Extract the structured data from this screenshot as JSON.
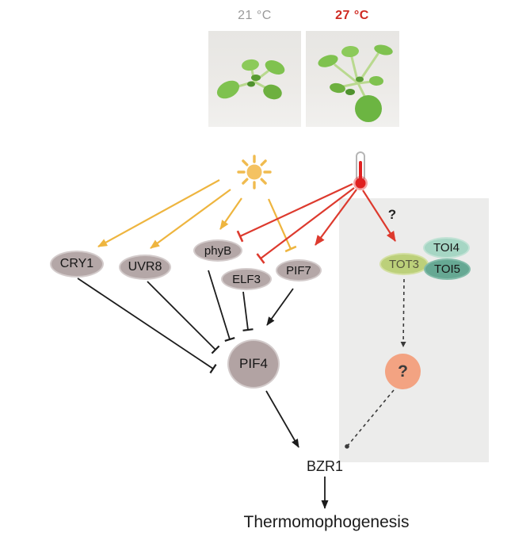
{
  "photos": {
    "left_label": "21 °C",
    "right_label": "27 °C",
    "description": "Arabidopsis seedling top view at 21C (compact) and 27C (elongated petioles)"
  },
  "icons": {
    "sun": "sun-icon",
    "thermometer": "thermometer-icon"
  },
  "nodes": {
    "cry1": "CRY1",
    "uvr8": "UVR8",
    "phyb": "phyB",
    "elf3": "ELF3",
    "pif7": "PIF7",
    "pif4": "PIF4",
    "tot3": "TOT3",
    "toi4": "TOI4",
    "toi5": "TOI5",
    "bzr1": "BZR1"
  },
  "unknowns": {
    "pathway_question": "?",
    "factor_question": "?"
  },
  "output": {
    "label": "Thermomophogenesis"
  },
  "colors": {
    "light_arrows": "#eeb53f",
    "heat_arrows": "#dd3a2e",
    "node_fill": "#b4a7a7",
    "tot3_fill": "#bcd07a",
    "toi4_fill": "#a6d6c4",
    "toi5_fill": "#66a893",
    "unknown_fill": "#f3a382",
    "panel_fill": "#ececeb",
    "cool_label": "#9a9a9a",
    "warm_label": "#cf2a22"
  },
  "edges": [
    {
      "from": "sun",
      "to": "CRY1",
      "type": "activation",
      "color": "yellow"
    },
    {
      "from": "sun",
      "to": "UVR8",
      "type": "activation",
      "color": "yellow"
    },
    {
      "from": "sun",
      "to": "phyB",
      "type": "activation",
      "color": "yellow"
    },
    {
      "from": "sun",
      "to": "PIF7",
      "type": "inhibition",
      "color": "yellow"
    },
    {
      "from": "heat",
      "to": "phyB",
      "type": "inhibition",
      "color": "red"
    },
    {
      "from": "heat",
      "to": "ELF3",
      "type": "inhibition",
      "color": "red"
    },
    {
      "from": "heat",
      "to": "PIF7",
      "type": "activation",
      "color": "red"
    },
    {
      "from": "heat",
      "to": "TOT3",
      "type": "activation",
      "color": "red",
      "annotation": "?"
    },
    {
      "from": "CRY1",
      "to": "PIF4",
      "type": "inhibition",
      "color": "black"
    },
    {
      "from": "UVR8",
      "to": "PIF4",
      "type": "inhibition",
      "color": "black"
    },
    {
      "from": "phyB",
      "to": "PIF4",
      "type": "inhibition",
      "color": "black"
    },
    {
      "from": "ELF3",
      "to": "PIF4",
      "type": "inhibition",
      "color": "black"
    },
    {
      "from": "PIF7",
      "to": "PIF4",
      "type": "activation",
      "color": "black"
    },
    {
      "from": "PIF4",
      "to": "BZR1",
      "type": "activation",
      "color": "black"
    },
    {
      "from": "TOT3",
      "to": "?",
      "type": "activation-dashed",
      "color": "black"
    },
    {
      "from": "?",
      "to": "BZR1",
      "type": "link-dashed",
      "color": "black"
    },
    {
      "from": "BZR1",
      "to": "Thermomophogenesis",
      "type": "activation",
      "color": "black"
    }
  ]
}
